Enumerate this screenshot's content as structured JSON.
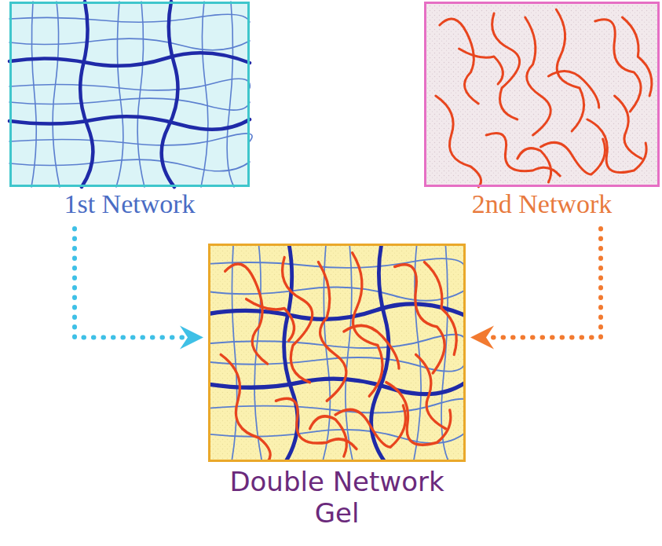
{
  "diagram": {
    "nodes": [
      {
        "text": [
          "1st Network"
        ]
      },
      {
        "text": [
          "2nd Network"
        ]
      },
      {
        "text": [
          "Double Network Gel"
        ]
      }
    ],
    "edges": [
      {
        "from": 0,
        "to": 2,
        "arrow": "to"
      },
      {
        "from": 1,
        "to": 2,
        "arrow": "to"
      }
    ]
  }
}
